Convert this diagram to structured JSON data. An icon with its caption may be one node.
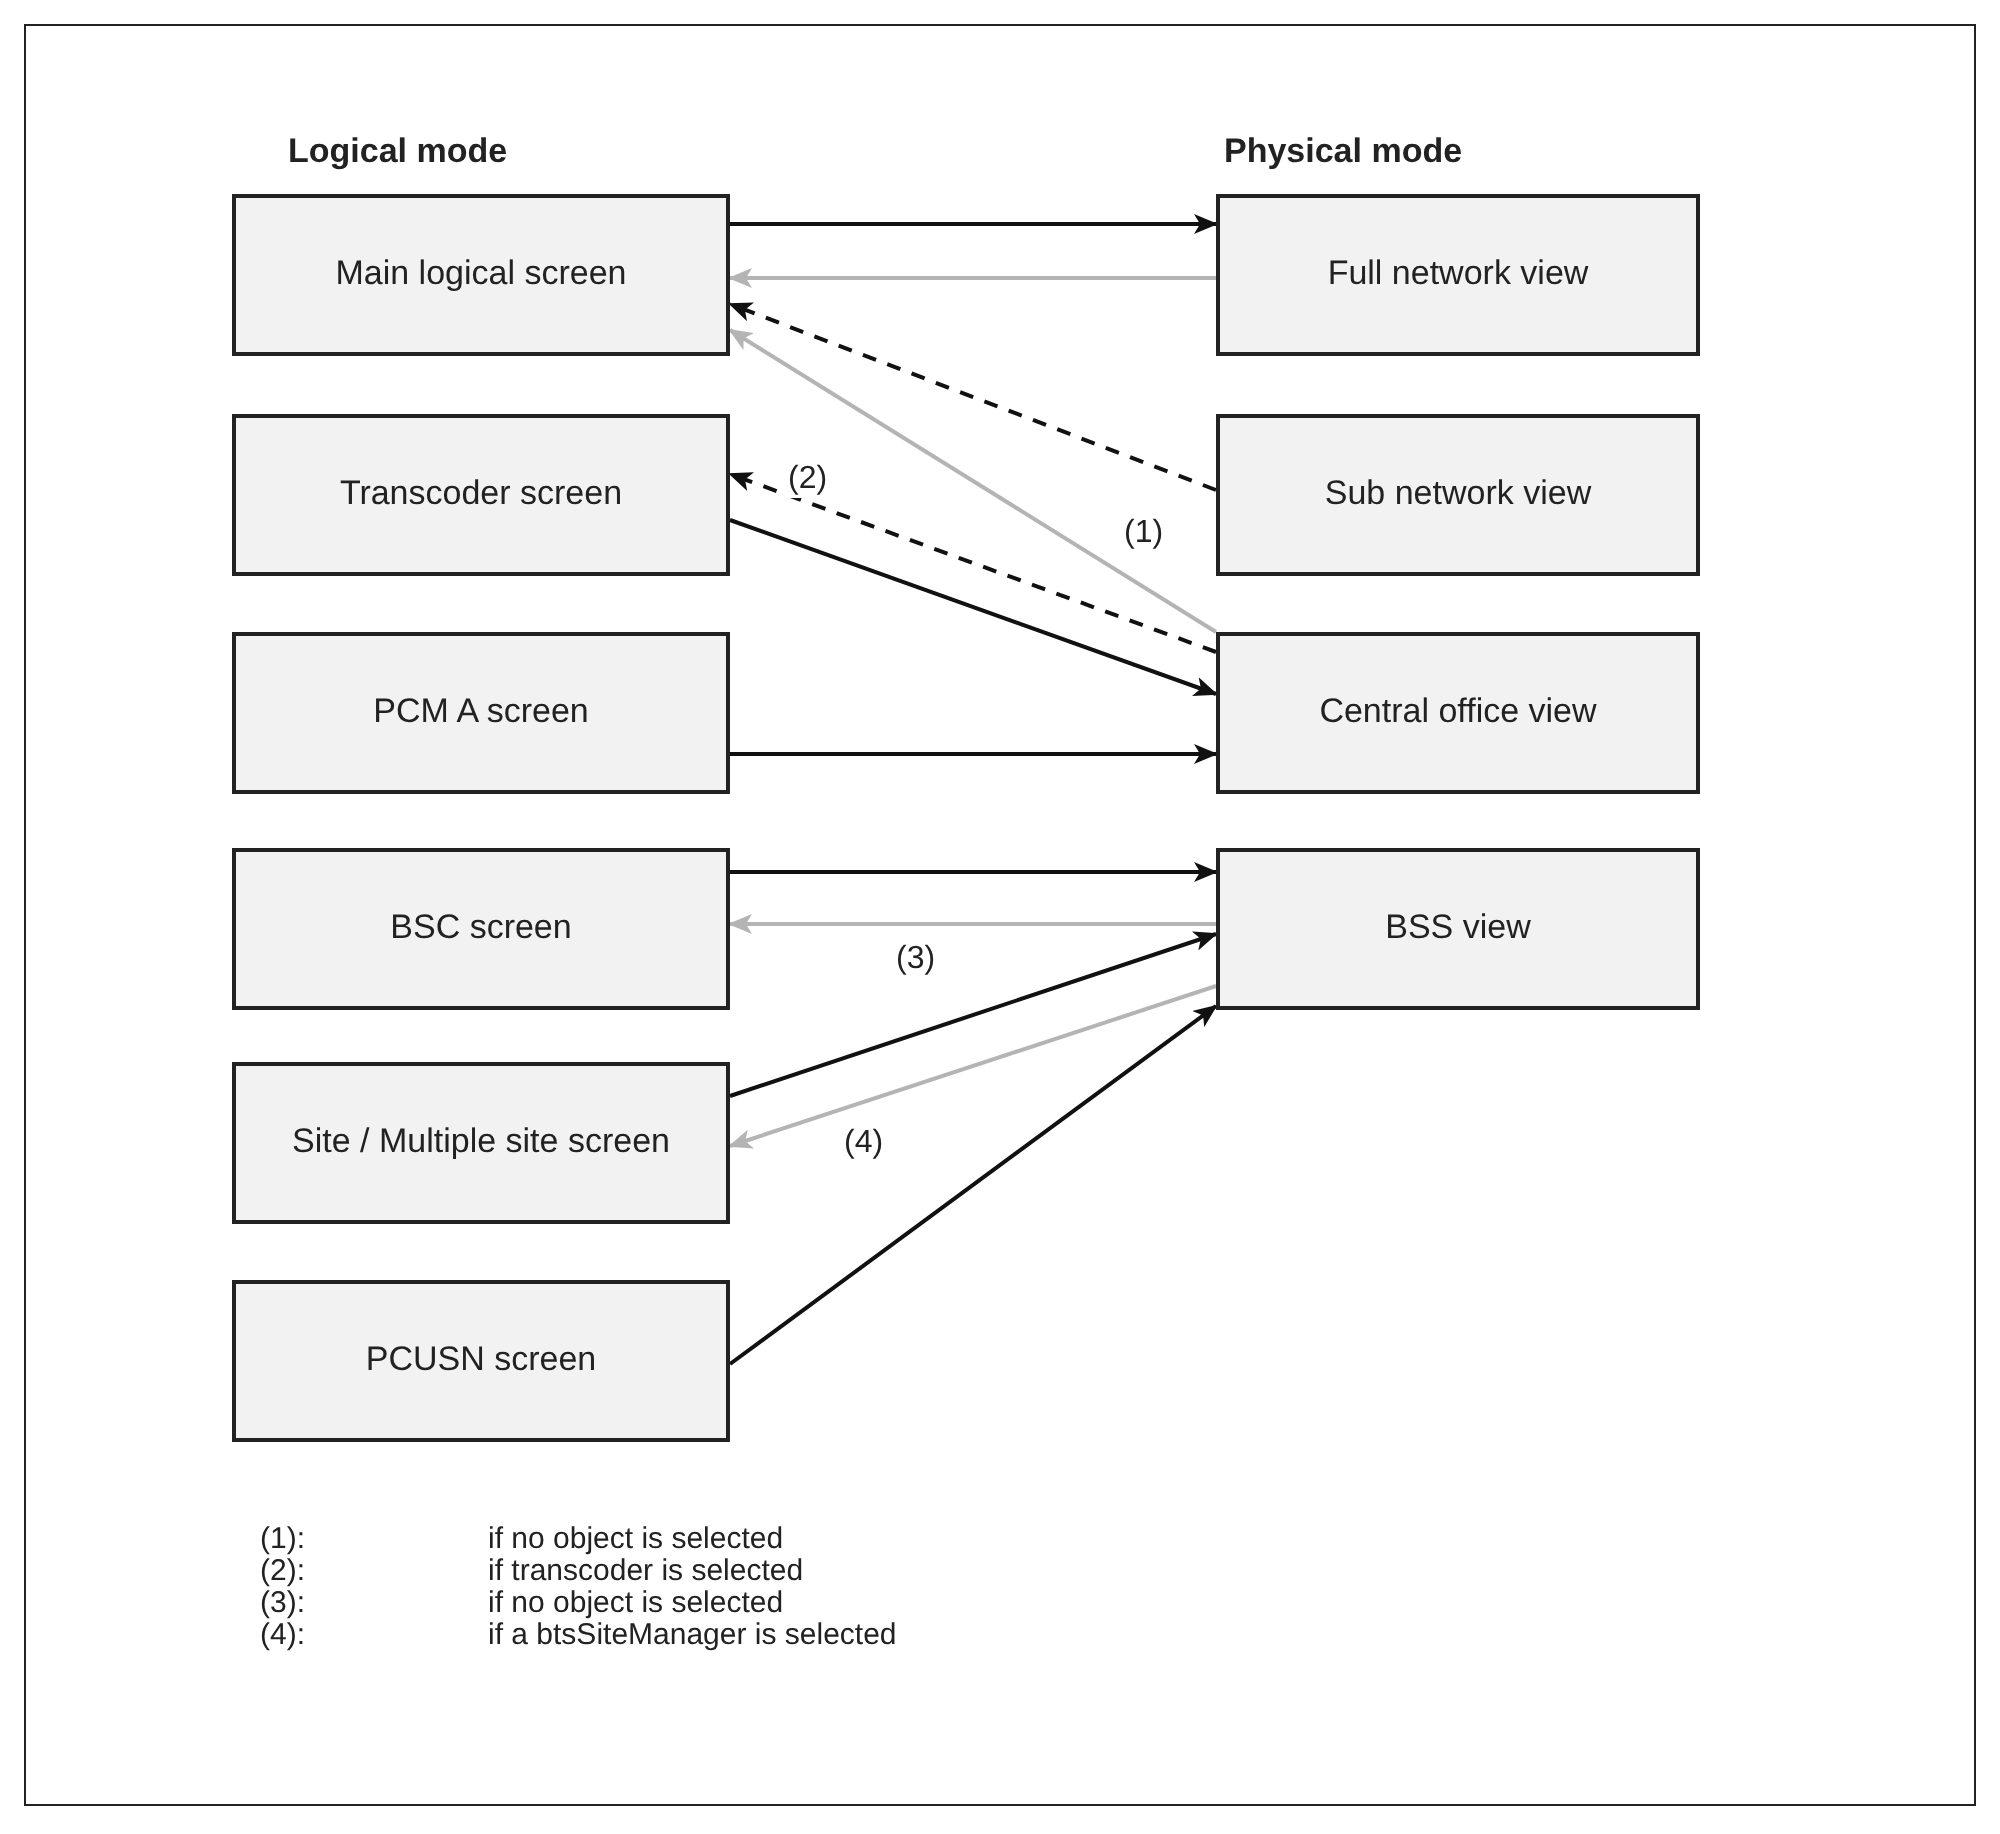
{
  "diagram": {
    "nodes": [
      {
        "text": [
          "Main logical screen"
        ]
      },
      {
        "text": [
          "Transcoder screen"
        ]
      },
      {
        "text": [
          "PCM A screen"
        ]
      },
      {
        "text": [
          "BSC screen"
        ]
      },
      {
        "text": [
          "Site / Multiple site screen"
        ]
      },
      {
        "text": [
          "PCUSN screen"
        ]
      },
      {
        "text": [
          "Full network view"
        ]
      },
      {
        "text": [
          "Sub network view"
        ]
      },
      {
        "text": [
          "Central office view"
        ]
      },
      {
        "text": [
          "BSS view"
        ]
      }
    ],
    "edges": [
      {
        "from": 0,
        "to": 6,
        "arrow": "to"
      },
      {
        "from": 6,
        "to": 0,
        "arrow": "to",
        "color": "#b4b4b4"
      },
      {
        "from": 7,
        "to": 0,
        "arrow": "to",
        "style": "dashed"
      },
      {
        "from": 8,
        "to": 0,
        "arrow": "to",
        "color": "#b4b4b4",
        "label": "(1)"
      },
      {
        "from": 8,
        "to": 1,
        "arrow": "to",
        "style": "dashed",
        "label": "(2)"
      },
      {
        "from": 1,
        "to": 8,
        "arrow": "to"
      },
      {
        "from": 2,
        "to": 8,
        "arrow": "to"
      },
      {
        "from": 3,
        "to": 9,
        "arrow": "to"
      },
      {
        "from": 9,
        "to": 3,
        "arrow": "to",
        "color": "#b4b4b4",
        "label": "(3)"
      },
      {
        "from": 4,
        "to": 9,
        "arrow": "to"
      },
      {
        "from": 9,
        "to": 4,
        "arrow": "to",
        "color": "#b4b4b4",
        "label": "(4)"
      },
      {
        "from": 5,
        "to": 9,
        "arrow": "to"
      }
    ],
    "labels": [
      "Logical mode",
      "Physical mode",
      "(1):",
      "if no object is selected",
      "(2):",
      "if transcoder is selected",
      "(3):",
      "if no object is selected",
      "(4):",
      "if a btsSiteManager is selected"
    ]
  }
}
